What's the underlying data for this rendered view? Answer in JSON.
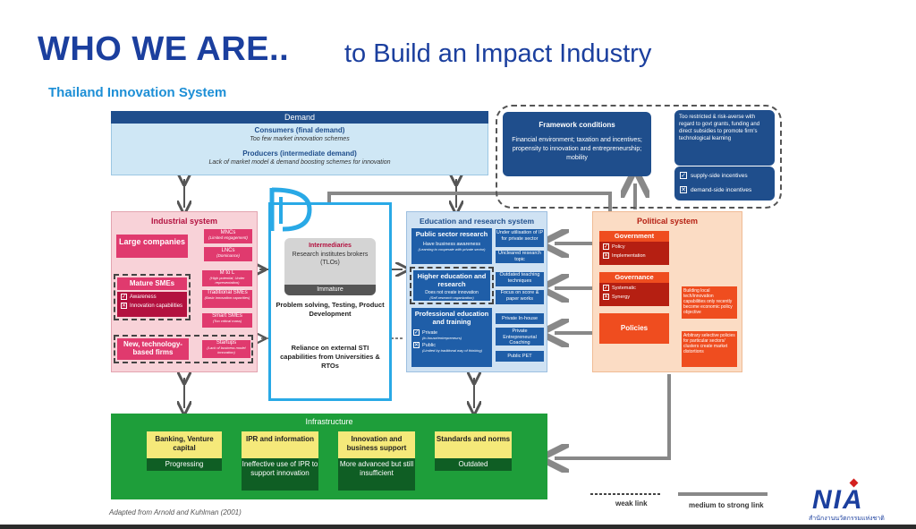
{
  "header": {
    "title_bold": "WHO WE ARE..",
    "title_rest": "to Build an Impact Industry",
    "subtitle": "Thailand Innovation System"
  },
  "demand": {
    "head": "Demand",
    "consumers_title": "Consumers (final demand)",
    "consumers_note": "Too few market innovation schemes",
    "producers_title": "Producers (intermediate demand)",
    "producers_note": "Lack of market model & demand boosting schemes for innovation"
  },
  "framework": {
    "title": "Framework conditions",
    "body": "Financial environment; taxation and incentives; propensity to innovation and entrepreneurship; mobility",
    "side_note": "Too restricted & risk-averse with regard to govt grants, funding and direct subsidies to promote firm's technological learning",
    "supply": "supply-side incentives",
    "demand": "demand-side incentives"
  },
  "industrial": {
    "head": "Industrial system",
    "large": "Large companies",
    "mncs": "MNCs",
    "mncs_note": "(Limited engagement)",
    "lncs": "LNCs",
    "lncs_note": "(Dominance)",
    "mature": "Mature SMEs",
    "awareness": "Awareness",
    "innov_cap": "Innovation capabilities",
    "mtol": "M to L",
    "mtol_note": "(High potential, Under representation)",
    "trad": "Traditional SMEs",
    "trad_note": "(Basic innovation capacities)",
    "smart": "Smart SMEs",
    "smart_note": "(Too critical mass)",
    "ntbf": "New, technology-based firms",
    "startups": "Startups",
    "startups_note": "(Lack of business model innovation)"
  },
  "intermediaries": {
    "title": "Intermediaries",
    "body": "Research institutes brokers (TLOs)",
    "immature": "Immature",
    "problem": "Problem solving, Testing, Product Development",
    "reliance": "Reliance on external STI capabilities from Universities & RTOs"
  },
  "education": {
    "head": "Education and research system",
    "public": "Public sector research",
    "public_note": "Have business awareness",
    "public_note2": "(Learning to cooperate with private sector)",
    "under_ip": "Under utilisation of IP for private sector",
    "unclear": "Uncleared research topic",
    "higher": "Higher education and research",
    "higher_note": "Does not create innovation",
    "higher_note2": "(Self-research organization)",
    "outdated": "Outdated teaching techniques",
    "focus": "Focus on score & paper works",
    "prof": "Professional education and training",
    "private": "Private",
    "private_note": "(in-house/entrepreneurs)",
    "public2": "Public",
    "public2_note": "(Limited by traditional way of thinking)",
    "inhouse": "Private In-house",
    "coaching": "Private Entrepreneurial Coaching",
    "pet": "Public PET"
  },
  "political": {
    "head": "Political system",
    "gov": "Government",
    "policy": "Policy",
    "impl": "Implementation",
    "governance": "Governance",
    "systematic": "Systematic",
    "synergy": "Synergy",
    "policies": "Policies",
    "building": "Building local tech/innovation capabilities only recently become economic policy objective",
    "arbitrary": "Arbitrary selective policies for particular sectors/ clusters create market distortions"
  },
  "infrastructure": {
    "head": "Infrastructure",
    "items": [
      {
        "title": "Banking, Venture capital",
        "sub": "Progressing"
      },
      {
        "title": "IPR and information",
        "sub": "Ineffective use of IPR to support innovation"
      },
      {
        "title": "Innovation and business support",
        "sub": "More advanced but still insufficient"
      },
      {
        "title": "Standards and norms",
        "sub": "Outdated"
      }
    ]
  },
  "legend": {
    "weak": "weak link",
    "strong": "medium to strong link"
  },
  "footer": {
    "source": "Adapted from Arnold and Kuhlman (2001)",
    "logo": "NIA",
    "logo_thai": "สำนักงานนวัตกรรมแห่งชาติ"
  },
  "colors": {
    "title_blue": "#1b3f9e",
    "demand_blue": "#1f4e8c",
    "industrial_pink": "#e03a6e",
    "education_blue": "#1f5ea8",
    "political_red": "#b51f12",
    "infra_green": "#1e9e3a",
    "frame_cyan": "#29a9e6"
  }
}
